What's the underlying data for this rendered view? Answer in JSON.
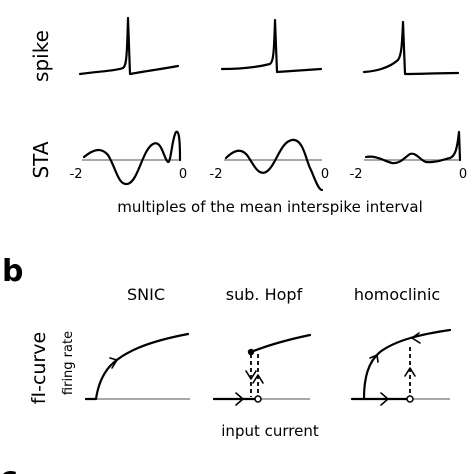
{
  "top": {
    "spike_label": "spike",
    "sta_label": "STA",
    "tick_left": "-2",
    "tick_right": "0",
    "xlabel": "multiples of the mean interspike interval"
  },
  "panel_b": {
    "letter": "b",
    "ylabel": "fI-curve",
    "ylabel_sub": "firing rate",
    "xlabel": "input current",
    "columns": [
      "SNIC",
      "sub. Hopf",
      "homoclinic"
    ]
  },
  "panel_c": {
    "letter": "c"
  }
}
